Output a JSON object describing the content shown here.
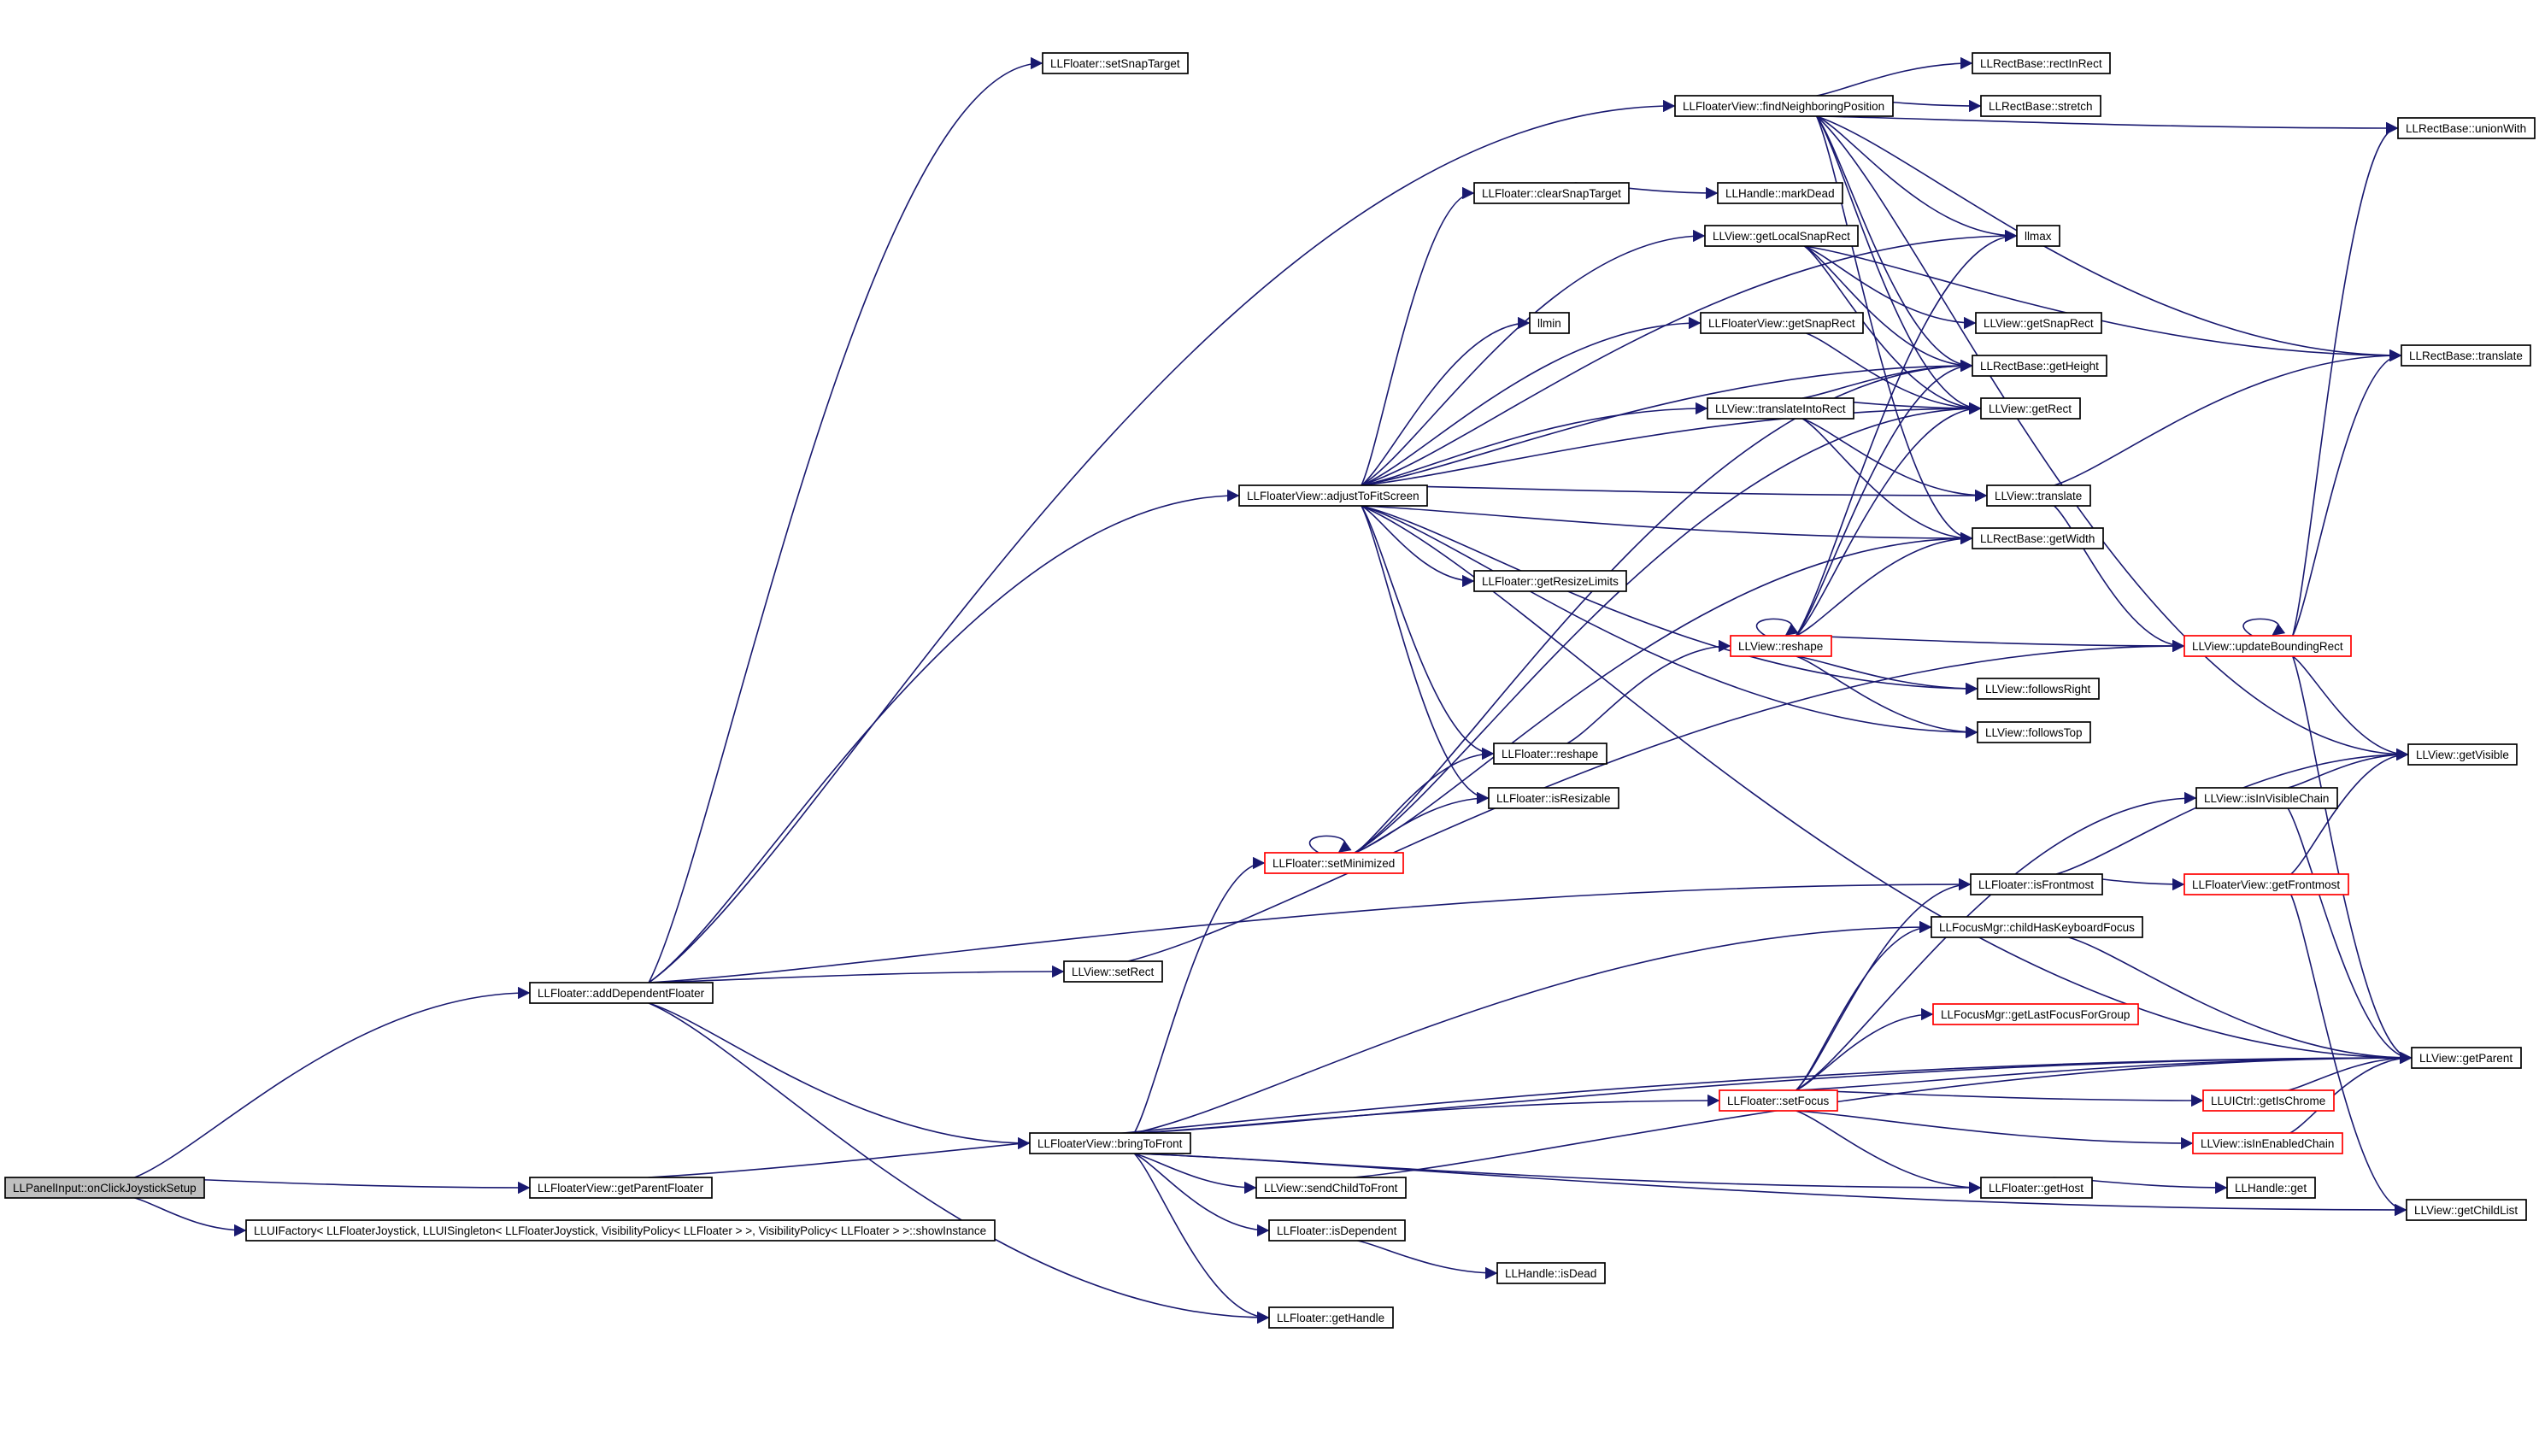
{
  "graph": {
    "colors": {
      "edge": "#191970",
      "node_border": "#000000",
      "node_border_truncated": "#ff0000",
      "root_fill": "#bfbfbf"
    },
    "nodes": [
      {
        "id": "root",
        "label": "LLPanelInput::onClickJoystickSetup",
        "style": "root"
      },
      {
        "id": "addDep",
        "label": "LLFloater::addDependentFloater"
      },
      {
        "id": "getParentFloater",
        "label": "LLFloaterView::getParentFloater"
      },
      {
        "id": "showInstance",
        "label": "LLUIFactory< LLFloaterJoystick, LLUISingleton< LLFloaterJoystick, VisibilityPolicy< LLFloater > >, VisibilityPolicy< LLFloater > >::showInstance"
      },
      {
        "id": "setSnapTarget",
        "label": "LLFloater::setSnapTarget"
      },
      {
        "id": "findNeighbor",
        "label": "LLFloaterView::findNeighboringPosition"
      },
      {
        "id": "rectInRect",
        "label": "LLRectBase::rectInRect"
      },
      {
        "id": "stretch",
        "label": "LLRectBase::stretch"
      },
      {
        "id": "unionWith",
        "label": "LLRectBase::unionWith"
      },
      {
        "id": "clearSnap",
        "label": "LLFloater::clearSnapTarget"
      },
      {
        "id": "markDead",
        "label": "LLHandle::markDead"
      },
      {
        "id": "getLocalSnapRect",
        "label": "LLView::getLocalSnapRect"
      },
      {
        "id": "llmax",
        "label": "llmax"
      },
      {
        "id": "llmin",
        "label": "llmin"
      },
      {
        "id": "fvGetSnapRect",
        "label": "LLFloaterView::getSnapRect"
      },
      {
        "id": "vGetSnapRect",
        "label": "LLView::getSnapRect"
      },
      {
        "id": "getHeight",
        "label": "LLRectBase::getHeight"
      },
      {
        "id": "rbTranslate",
        "label": "LLRectBase::translate"
      },
      {
        "id": "translateIntoRect",
        "label": "LLView::translateIntoRect"
      },
      {
        "id": "getRect",
        "label": "LLView::getRect"
      },
      {
        "id": "adjust",
        "label": "LLFloaterView::adjustToFitScreen"
      },
      {
        "id": "vTranslate",
        "label": "LLView::translate"
      },
      {
        "id": "getWidth",
        "label": "LLRectBase::getWidth"
      },
      {
        "id": "getResizeLimits",
        "label": "LLFloater::getResizeLimits"
      },
      {
        "id": "vReshape",
        "label": "LLView::reshape",
        "style": "red"
      },
      {
        "id": "updBound",
        "label": "LLView::updateBoundingRect",
        "style": "red"
      },
      {
        "id": "followsRight",
        "label": "LLView::followsRight"
      },
      {
        "id": "followsTop",
        "label": "LLView::followsTop"
      },
      {
        "id": "fReshape",
        "label": "LLFloater::reshape"
      },
      {
        "id": "getVisible",
        "label": "LLView::getVisible"
      },
      {
        "id": "isResizable",
        "label": "LLFloater::isResizable"
      },
      {
        "id": "isInVisibleChain",
        "label": "LLView::isInVisibleChain"
      },
      {
        "id": "setMinimized",
        "label": "LLFloater::setMinimized",
        "style": "red"
      },
      {
        "id": "isFrontmost",
        "label": "LLFloater::isFrontmost"
      },
      {
        "id": "getFrontmost",
        "label": "LLFloaterView::getFrontmost",
        "style": "red"
      },
      {
        "id": "childHasKF",
        "label": "LLFocusMgr::childHasKeyboardFocus"
      },
      {
        "id": "setRect",
        "label": "LLView::setRect"
      },
      {
        "id": "getLastFocus",
        "label": "LLFocusMgr::getLastFocusForGroup",
        "style": "red"
      },
      {
        "id": "getParent",
        "label": "LLView::getParent"
      },
      {
        "id": "setFocus",
        "label": "LLFloater::setFocus",
        "style": "red"
      },
      {
        "id": "getIsChrome",
        "label": "LLUICtrl::getIsChrome",
        "style": "red"
      },
      {
        "id": "bringToFront",
        "label": "LLFloaterView::bringToFront"
      },
      {
        "id": "isInEnabledChain",
        "label": "LLView::isInEnabledChain",
        "style": "red"
      },
      {
        "id": "sendChildToFront",
        "label": "LLView::sendChildToFront"
      },
      {
        "id": "getHost",
        "label": "LLFloater::getHost"
      },
      {
        "id": "hGet",
        "label": "LLHandle::get"
      },
      {
        "id": "getChildList",
        "label": "LLView::getChildList"
      },
      {
        "id": "isDependent",
        "label": "LLFloater::isDependent"
      },
      {
        "id": "isDead",
        "label": "LLHandle::isDead"
      },
      {
        "id": "getHandle",
        "label": "LLFloater::getHandle"
      }
    ],
    "edges": [
      [
        "root",
        "addDep"
      ],
      [
        "root",
        "getParentFloater"
      ],
      [
        "root",
        "showInstance"
      ],
      [
        "addDep",
        "setSnapTarget"
      ],
      [
        "addDep",
        "findNeighbor"
      ],
      [
        "addDep",
        "adjust"
      ],
      [
        "addDep",
        "setRect"
      ],
      [
        "addDep",
        "isFrontmost"
      ],
      [
        "addDep",
        "bringToFront"
      ],
      [
        "addDep",
        "getHandle"
      ],
      [
        "findNeighbor",
        "rectInRect"
      ],
      [
        "findNeighbor",
        "stretch"
      ],
      [
        "findNeighbor",
        "unionWith"
      ],
      [
        "findNeighbor",
        "llmax"
      ],
      [
        "findNeighbor",
        "rbTranslate"
      ],
      [
        "findNeighbor",
        "getHeight"
      ],
      [
        "findNeighbor",
        "getRect"
      ],
      [
        "findNeighbor",
        "getWidth"
      ],
      [
        "findNeighbor",
        "getVisible"
      ],
      [
        "adjust",
        "clearSnap"
      ],
      [
        "adjust",
        "getLocalSnapRect"
      ],
      [
        "adjust",
        "llmin"
      ],
      [
        "adjust",
        "fvGetSnapRect"
      ],
      [
        "adjust",
        "translateIntoRect"
      ],
      [
        "adjust",
        "getRect"
      ],
      [
        "adjust",
        "vTranslate"
      ],
      [
        "adjust",
        "getWidth"
      ],
      [
        "adjust",
        "getResizeLimits"
      ],
      [
        "adjust",
        "followsRight"
      ],
      [
        "adjust",
        "followsTop"
      ],
      [
        "adjust",
        "fReshape"
      ],
      [
        "adjust",
        "isResizable"
      ],
      [
        "adjust",
        "getParent"
      ],
      [
        "adjust",
        "getHeight"
      ],
      [
        "adjust",
        "llmax"
      ],
      [
        "clearSnap",
        "markDead"
      ],
      [
        "getLocalSnapRect",
        "rbTranslate"
      ],
      [
        "getLocalSnapRect",
        "vGetSnapRect"
      ],
      [
        "getLocalSnapRect",
        "getRect"
      ],
      [
        "getLocalSnapRect",
        "getHeight"
      ],
      [
        "fvGetSnapRect",
        "getRect"
      ],
      [
        "translateIntoRect",
        "getHeight"
      ],
      [
        "translateIntoRect",
        "getRect"
      ],
      [
        "translateIntoRect",
        "vTranslate"
      ],
      [
        "translateIntoRect",
        "getWidth"
      ],
      [
        "vTranslate",
        "rbTranslate"
      ],
      [
        "vTranslate",
        "updBound"
      ],
      [
        "vReshape",
        "vReshape"
      ],
      [
        "vReshape",
        "getHeight"
      ],
      [
        "vReshape",
        "getRect"
      ],
      [
        "vReshape",
        "getWidth"
      ],
      [
        "vReshape",
        "followsRight"
      ],
      [
        "vReshape",
        "followsTop"
      ],
      [
        "vReshape",
        "updBound"
      ],
      [
        "vReshape",
        "llmax"
      ],
      [
        "updBound",
        "updBound"
      ],
      [
        "updBound",
        "unionWith"
      ],
      [
        "updBound",
        "rbTranslate"
      ],
      [
        "updBound",
        "getVisible"
      ],
      [
        "updBound",
        "getParent"
      ],
      [
        "fReshape",
        "vReshape"
      ],
      [
        "setMinimized",
        "setMinimized"
      ],
      [
        "setMinimized",
        "fReshape"
      ],
      [
        "setMinimized",
        "isResizable"
      ],
      [
        "setMinimized",
        "getHeight"
      ],
      [
        "setMinimized",
        "getWidth"
      ],
      [
        "setMinimized",
        "getRect"
      ],
      [
        "isFrontmost",
        "getFrontmost"
      ],
      [
        "isFrontmost",
        "getVisible"
      ],
      [
        "getFrontmost",
        "getVisible"
      ],
      [
        "getFrontmost",
        "getChildList"
      ],
      [
        "isInVisibleChain",
        "getVisible"
      ],
      [
        "isInVisibleChain",
        "getParent"
      ],
      [
        "childHasKF",
        "getParent"
      ],
      [
        "setRect",
        "updBound"
      ],
      [
        "setFocus",
        "childHasKF"
      ],
      [
        "setFocus",
        "getLastFocus"
      ],
      [
        "setFocus",
        "getParent"
      ],
      [
        "setFocus",
        "getIsChrome"
      ],
      [
        "setFocus",
        "isInEnabledChain"
      ],
      [
        "setFocus",
        "getHost"
      ],
      [
        "setFocus",
        "isFrontmost"
      ],
      [
        "setFocus",
        "isInVisibleChain"
      ],
      [
        "getIsChrome",
        "getParent"
      ],
      [
        "isInEnabledChain",
        "getParent"
      ],
      [
        "bringToFront",
        "setMinimized"
      ],
      [
        "bringToFront",
        "setFocus"
      ],
      [
        "bringToFront",
        "sendChildToFront"
      ],
      [
        "bringToFront",
        "isDependent"
      ],
      [
        "bringToFront",
        "getHandle"
      ],
      [
        "bringToFront",
        "getHost"
      ],
      [
        "bringToFront",
        "childHasKF"
      ],
      [
        "bringToFront",
        "getParent"
      ],
      [
        "bringToFront",
        "getChildList"
      ],
      [
        "sendChildToFront",
        "getParent"
      ],
      [
        "getHost",
        "hGet"
      ],
      [
        "isDependent",
        "isDead"
      ],
      [
        "getParentFloater",
        "getParent"
      ]
    ]
  }
}
